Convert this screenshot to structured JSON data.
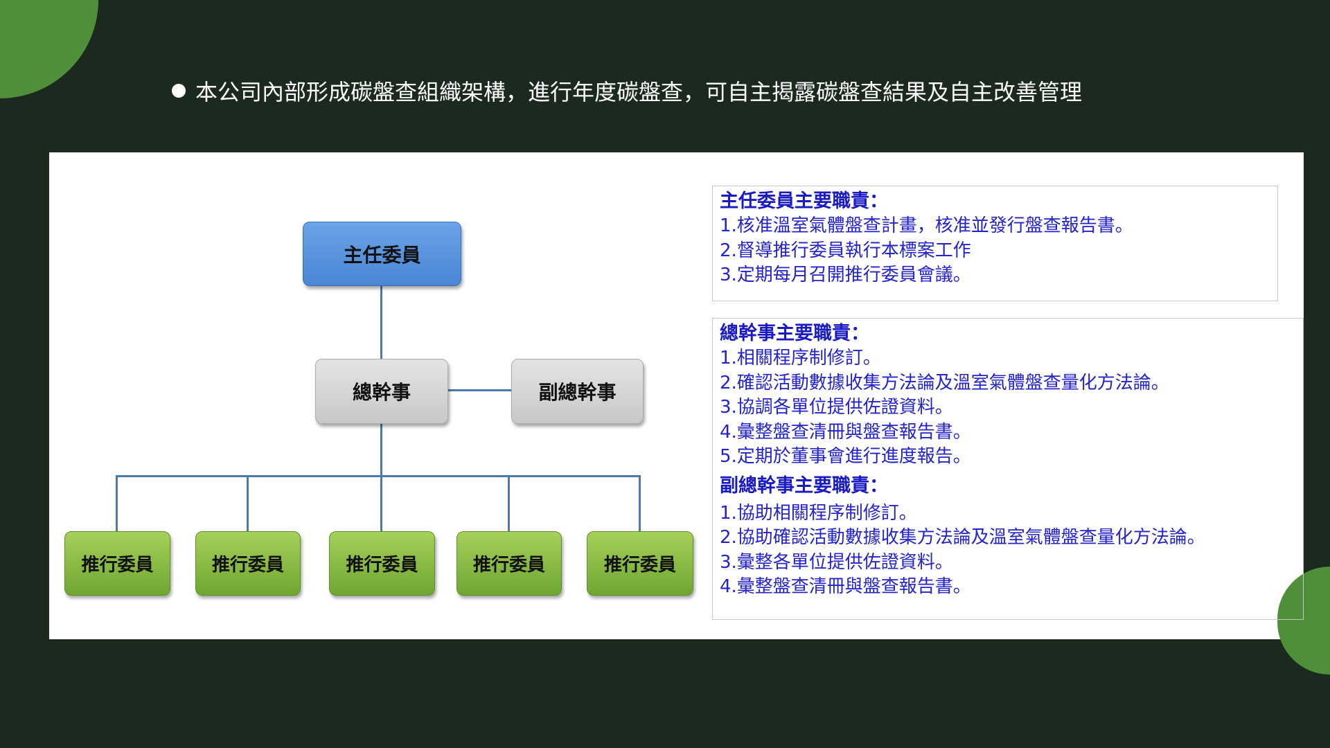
{
  "title": "本公司內部形成碳盤查組織架構，進行年度碳盤查，可自主揭露碳盤查結果及自主改善管理",
  "org_chart": {
    "chair": "主任委員",
    "secretary_general": "總幹事",
    "deputy_secretary_general": "副總幹事",
    "members": [
      "推行委員",
      "推行委員",
      "推行委員",
      "推行委員",
      "推行委員"
    ]
  },
  "duties": {
    "chair": {
      "heading": "主任委員主要職責：",
      "items": [
        "1.核准溫室氣體盤查計畫，核准並發行盤查報告書。",
        "2.督導推行委員執行本標案工作",
        "3.定期每月召開推行委員會議。"
      ]
    },
    "secretary_general": {
      "heading": "總幹事主要職責：",
      "items": [
        "1.相關程序制修訂。",
        "2.確認活動數據收集方法論及溫室氣體盤查量化方法論。",
        "3.協調各單位提供佐證資料。",
        "4.彙整盤查清冊與盤查報告書。",
        "5.定期於董事會進行進度報告。"
      ]
    },
    "deputy": {
      "heading": "副總幹事主要職責：",
      "items": [
        "1.協助相關程序制修訂。",
        "2.協助確認活動數據收集方法論及溫室氣體盤查量化方法論。",
        "3.彙整各單位提供佐證資料。",
        "4.彙整盤查清冊與盤查報告書。"
      ]
    }
  },
  "colors": {
    "background": "#1b291f",
    "accent": "#4f8f3a",
    "text_blue": "#2323cc"
  }
}
